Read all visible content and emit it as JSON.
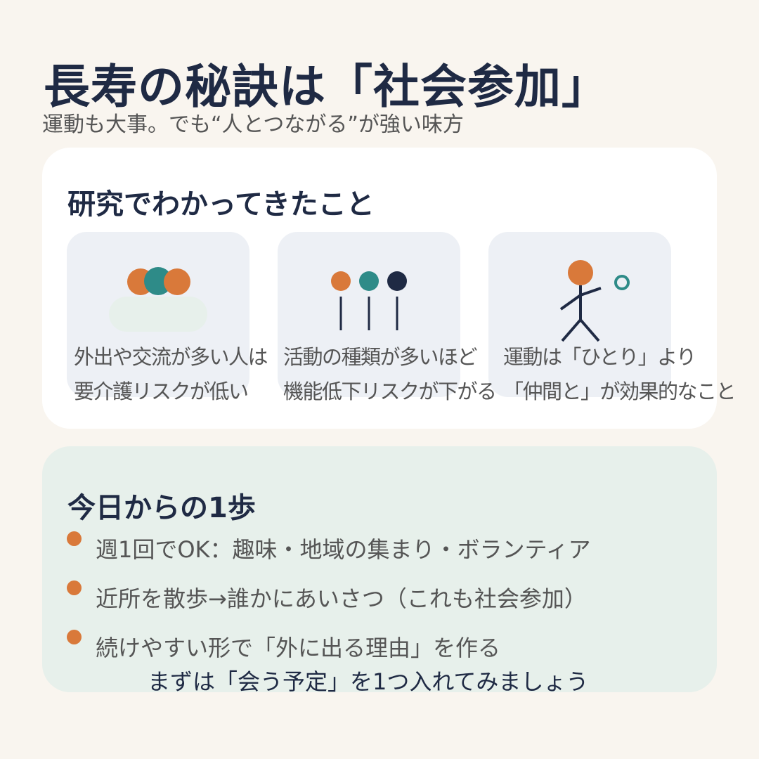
{
  "header": {
    "title": "長寿の秘訣は「社会参加」",
    "subtitle": "運動も大事。でも“人とつながる”が強い味方"
  },
  "findings": {
    "title": "研究でわかってきたこと",
    "cards": [
      {
        "icon": "group-icon",
        "line1": "外出や交流が多い人は",
        "line2": "要介護リスクが低い"
      },
      {
        "icon": "variety-icon",
        "line1": "活動の種類が多いほど",
        "line2": "機能低下リスクが下がる"
      },
      {
        "icon": "exercise-person-icon",
        "line1": "運動は「ひとり」より",
        "line2": "「仲間と」が効果的なこと"
      }
    ]
  },
  "steps": {
    "title": "今日からの1歩",
    "items": [
      "週1回でOK：趣味・地域の集まり・ボランティア",
      "近所を散歩→誰かにあいさつ（これも社会参加）",
      "続けやすい形で「外に出る理由」を作る"
    ],
    "cta": "まずは「会う予定」を1つ入れてみましょう"
  },
  "colors": {
    "navy": "#1f2a44",
    "orange": "#d9793a",
    "teal": "#2e8b88",
    "bg": "#f9f5ef"
  }
}
